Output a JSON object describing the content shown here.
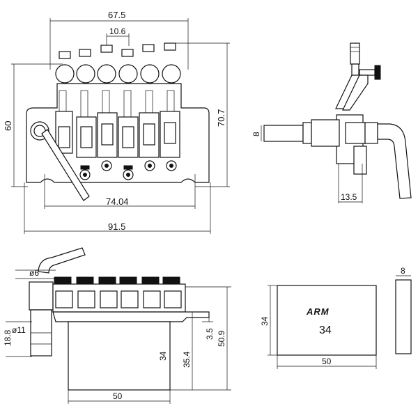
{
  "drawing": {
    "top_view": {
      "overall_width": "67.5",
      "string_spacing": "10.6",
      "body_height": "60",
      "total_height": "70.7",
      "stud_spacing": "74.04",
      "plate_width": "91.5"
    },
    "side_view": {
      "arm_hole": "8",
      "block_offset": "13.5"
    },
    "front_view": {
      "arm_diameter": "ø6",
      "collar_diameter": "ø11",
      "collar_height": "18.8",
      "block_depth": "34",
      "depth_total": "35.4",
      "plate_thickness": "3.5",
      "total_depth": "50.9",
      "block_width": "50"
    },
    "block_view": {
      "logo": "ARM",
      "label": "34",
      "height": "34",
      "width": "50",
      "thickness": "8"
    }
  }
}
